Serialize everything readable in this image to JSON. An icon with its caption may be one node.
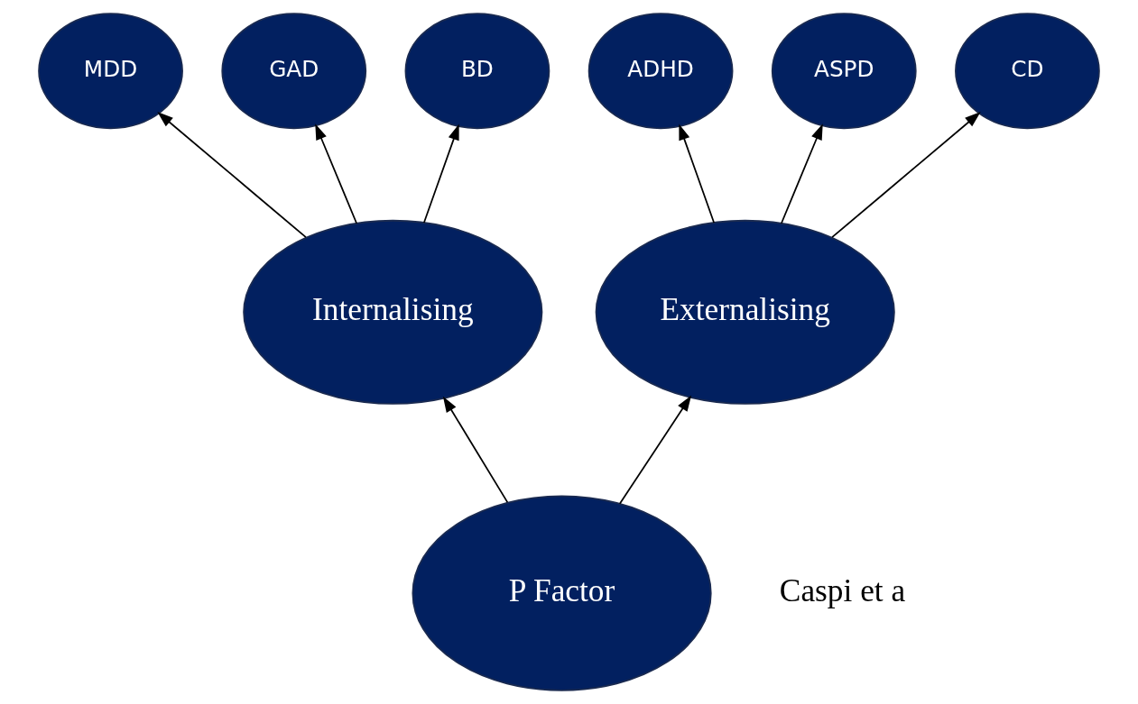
{
  "diagram": {
    "nodes": [
      {
        "text": [
          "MDD"
        ]
      },
      {
        "text": [
          "GAD"
        ]
      },
      {
        "text": [
          "BD"
        ]
      },
      {
        "text": [
          "ADHD"
        ]
      },
      {
        "text": [
          "ASPD"
        ]
      },
      {
        "text": [
          "CD"
        ]
      },
      {
        "text": [
          "Internalising"
        ]
      },
      {
        "text": [
          "Externalising"
        ]
      },
      {
        "text": [
          "P Factor"
        ]
      }
    ],
    "edges": [
      {
        "from": 8,
        "to": 6,
        "arrow": "to"
      },
      {
        "from": 8,
        "to": 7,
        "arrow": "to"
      },
      {
        "from": 6,
        "to": 0,
        "arrow": "to"
      },
      {
        "from": 6,
        "to": 1,
        "arrow": "to"
      },
      {
        "from": 6,
        "to": 2,
        "arrow": "to"
      },
      {
        "from": 7,
        "to": 3,
        "arrow": "to"
      },
      {
        "from": 7,
        "to": 4,
        "arrow": "to"
      },
      {
        "from": 7,
        "to": 5,
        "arrow": "to"
      }
    ],
    "labels": [
      "Caspi et a"
    ]
  }
}
